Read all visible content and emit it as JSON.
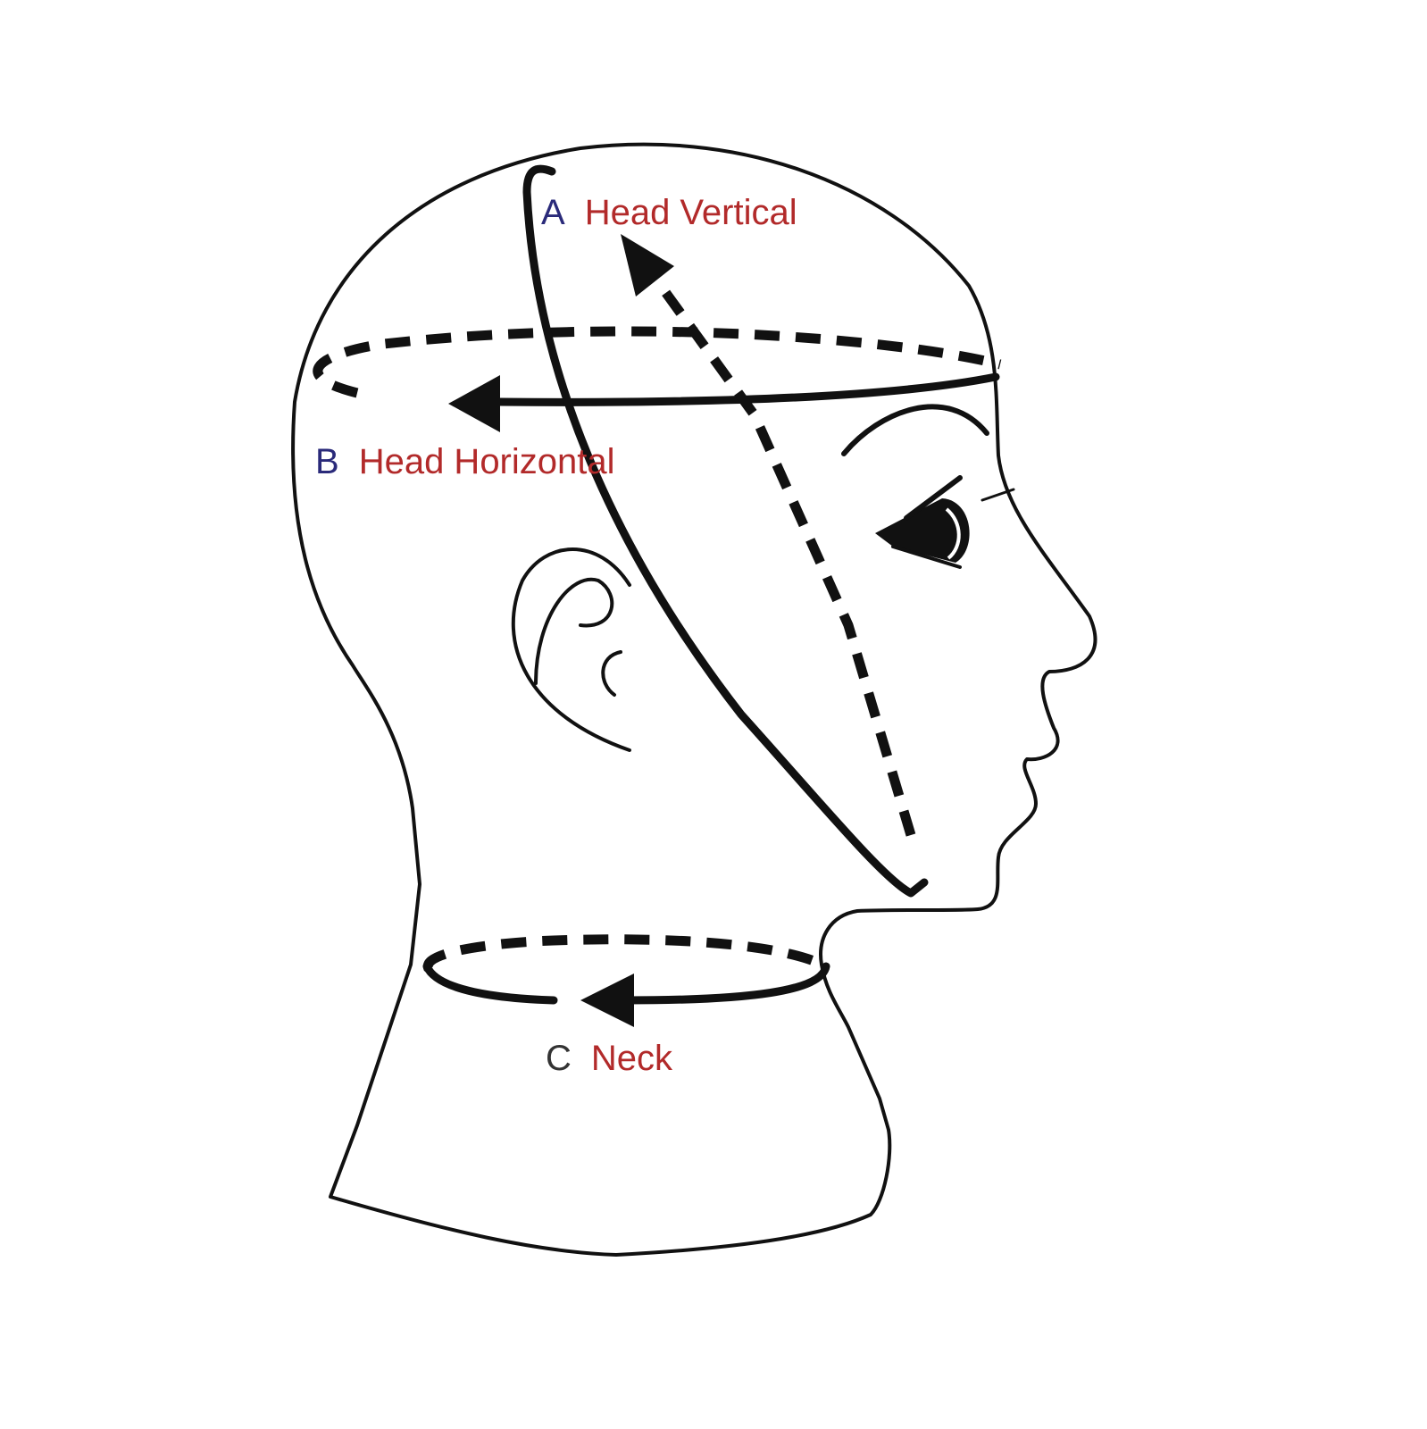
{
  "measurements": [
    {
      "letter": "A",
      "name": "Head Vertical"
    },
    {
      "letter": "B",
      "name": "Head Horizontal"
    },
    {
      "letter": "C",
      "name": "Neck"
    }
  ],
  "colors": {
    "letter": "#2a2a7a",
    "letter_c": "#333333",
    "name": "#b22a2a",
    "line": "#111111"
  }
}
